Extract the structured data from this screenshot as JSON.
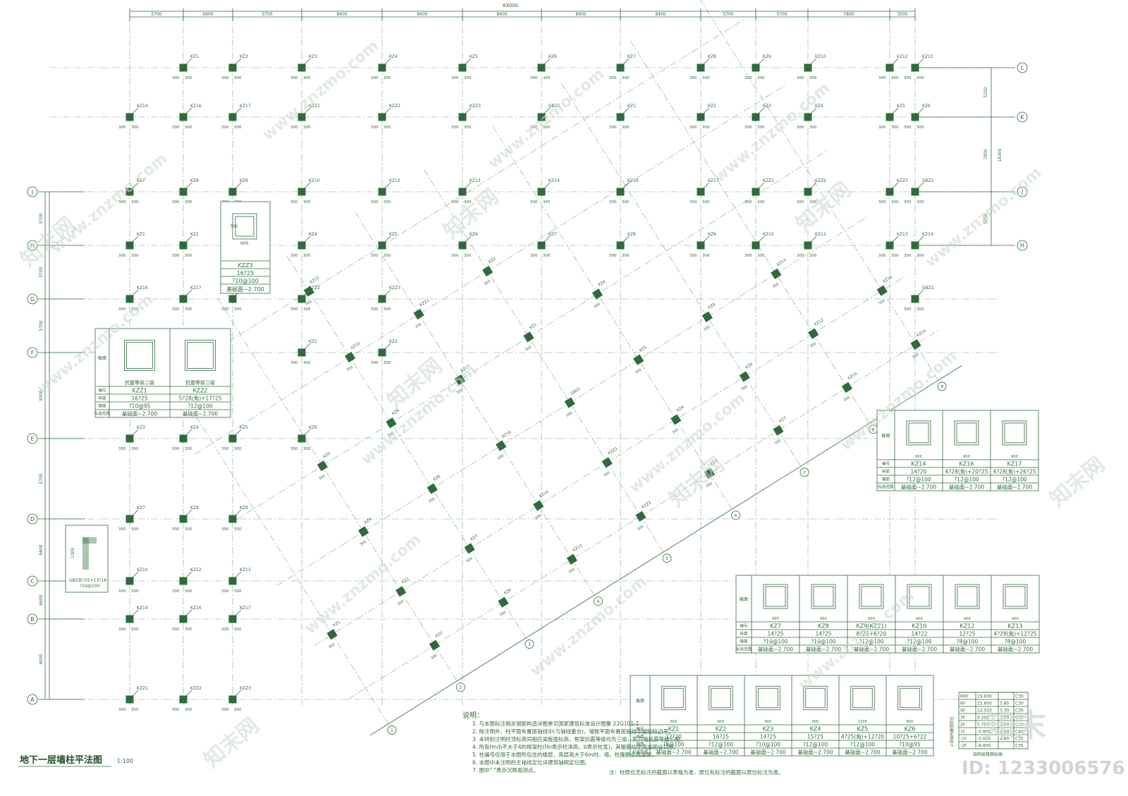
{
  "drawing": {
    "title": "地下一层墙柱平法图",
    "scale": "1:100",
    "overall_dim": "83000",
    "top_dims": [
      "5700",
      "6900",
      "5700",
      "8400",
      "8400",
      "8400",
      "8400",
      "8400",
      "5700",
      "5700",
      "7800",
      "3500"
    ],
    "left_axes": [
      "J",
      "H",
      "G",
      "F",
      "E",
      "D",
      "C",
      "B",
      "A"
    ],
    "left_dims": [
      "5700",
      "5700",
      "5700",
      "9300",
      "5700",
      "8400",
      "6600",
      "4000",
      "8400"
    ],
    "right_axes": [
      "L",
      "K",
      "J",
      "H"
    ],
    "right_dims": [
      "5250",
      "7800",
      "5250"
    ],
    "right_total": "18300",
    "column_tags": [
      "KZ1",
      "KZ2",
      "KZ3",
      "KZ4",
      "KZ5",
      "KZ6",
      "KZ7",
      "KZ8",
      "KZ9",
      "KZ10",
      "KZ12",
      "KZ13",
      "KZ14",
      "KZ16",
      "KZ17",
      "KZZ1",
      "KZZ2",
      "KZZ3",
      "GBZ1"
    ],
    "dim_300": "300"
  },
  "kzz3_box": {
    "dims": [
      "700",
      "600"
    ],
    "name": "KZZ3",
    "rebar": "16?25",
    "stirrup": "?10@100",
    "elev": "基础面~2.700"
  },
  "kzz_table": {
    "row_labels": [
      "截面",
      "编号",
      "纵筋",
      "箍筋",
      "标高范围"
    ],
    "cols": [
      {
        "name": "KZZ1",
        "note": "抗震等级二级",
        "rebar": "16?25",
        "stirrup": "?10@95",
        "elev": "基础面~2.700"
      },
      {
        "name": "KZZ2",
        "note": "抗震等级二级",
        "rebar": "5?28(角)+17?25",
        "stirrup": "?12@100",
        "elev": "基础面~2.700"
      }
    ]
  },
  "gbz_box": {
    "name": "GBZ1",
    "rebar": "5?25+13?18",
    "stirrup": "?10@100",
    "dim": "1300"
  },
  "kz14_table": {
    "row_labels": [
      "截面",
      "编号",
      "纵筋",
      "箍筋",
      "标高范围"
    ],
    "cols": [
      {
        "name": "KZ14",
        "rebar": "14?20",
        "stirrup": "?12@100",
        "elev": "基础面~2.700",
        "dim": "600"
      },
      {
        "name": "KZ16",
        "rebar": "4?28(角)+20?25",
        "stirrup": "?12@100",
        "elev": "基础面~2.700",
        "dim": "900"
      },
      {
        "name": "KZ17",
        "rebar": "4?28(角)+26?25",
        "stirrup": "?12@100",
        "elev": "基础面~2.700",
        "dim": "900"
      }
    ]
  },
  "kz7_table": {
    "row_labels": [
      "截面",
      "编号",
      "纵筋",
      "箍筋",
      "标高范围"
    ],
    "cols": [
      {
        "name": "KZ7",
        "rebar": "14?25",
        "stirrup": "?10@100",
        "elev": "基础面~2.700",
        "dim": "600"
      },
      {
        "name": "KZ8",
        "rebar": "14?25",
        "stirrup": "?10@100",
        "elev": "基础面~2.700",
        "dim": "600"
      },
      {
        "name": "KZ9(KZ11)",
        "rebar": "8?25+6?20",
        "stirrup": "?12@100",
        "elev": "基础面~2.700",
        "dim": "600"
      },
      {
        "name": "KZ10",
        "rebar": "14?22",
        "stirrup": "?12@100",
        "elev": "基础面~2.700",
        "dim": "600"
      },
      {
        "name": "KZ12",
        "rebar": "12?25",
        "stirrup": "?8@100",
        "elev": "基础面~2.700",
        "dim": "600"
      },
      {
        "name": "KZ13",
        "rebar": "4?28(角)+12?25",
        "stirrup": "?8@100",
        "elev": "基础面~2.700",
        "dim": "600"
      }
    ]
  },
  "kz1_table": {
    "row_labels": [
      "截面",
      "编号",
      "纵筋",
      "箍筋",
      "标高范围"
    ],
    "cols": [
      {
        "name": "KZ1",
        "rebar": "12?20",
        "stirrup": "?8@100",
        "elev": "基础面~2.700",
        "dim": "600"
      },
      {
        "name": "KZ2",
        "rebar": "16?25",
        "stirrup": "?12@100",
        "elev": "基础面~2.700",
        "dim": "600"
      },
      {
        "name": "KZ3",
        "rebar": "14?25",
        "stirrup": "?10@100",
        "elev": "基础面~2.700",
        "dim": "600"
      },
      {
        "name": "KZ4",
        "rebar": "15?25",
        "stirrup": "?12@100",
        "elev": "基础面~2.700",
        "dim": "600"
      },
      {
        "name": "KZ5",
        "rebar": "4?25(角)+12?20",
        "stirrup": "?12@100",
        "elev": "基础面~2.700",
        "dim": "1200"
      },
      {
        "name": "KZ6",
        "rebar": "10?25+6?22",
        "stirrup": "?10@95",
        "elev": "基础面~2.700",
        "dim": "600"
      }
    ]
  },
  "notes": {
    "heading": "说明：",
    "items": [
      "1. 与本图标注相关钢筋构造详图参见国家建筑标准设计图集 22G101-1",
      "2. 除注明外，柱平面布置居轴线中(与轴线重合)，墙致平面布置居轴线中或贴柱边平。",
      "3. 未特别注明柱顶标高同相应梁板面标高，框架抗震等级均为三级，剪力墙抗震等级三级。",
      "4. 所有Hn/b不大于4的框架柱(Hn表示柱净高，b表示柱宽)，其箍筋均全高加密@100。",
      "5. 柱编号仅用于本图所包含的楼层，高层高大于6m时，墙、柱箍筋全高加密。",
      "6. 本图中未注明的主轴线定位详建筑轴网定位图。",
      "7. 图中\"  \"表示沉降观测点。"
    ],
    "footer": "注：柱原位无标注的截面以表格为准，原位有标注的截面以原位标注为准。"
  },
  "level_table": {
    "rows": [
      {
        "floor": "RRF",
        "elev": "19.600",
        "h": "",
        "c": "C30"
      },
      {
        "floor": "RF",
        "elev": "15.800",
        "h": "3.80",
        "c": "C30"
      },
      {
        "floor": "4F",
        "elev": "12.500",
        "h": "3.30",
        "c": "C30"
      },
      {
        "floor": "3F",
        "elev": "9.200",
        "h": "3.30",
        "c": "C35"
      },
      {
        "floor": "2F",
        "elev": "5.700",
        "h": "3.50",
        "c": "C35"
      },
      {
        "floor": "1F",
        "elev": "-0.800",
        "h": "4.50",
        "c": "C40"
      },
      {
        "floor": "-1F",
        "elev": "-5.600",
        "h": "4.80",
        "c": "C35"
      },
      {
        "floor": "-2F",
        "elev": "-8.800",
        "h": "",
        "c": "C35"
      }
    ],
    "side_label": "上部结构嵌固部位",
    "footer": "结构层楼面标高"
  },
  "watermarks": {
    "site": "www.znzmo.com",
    "brand": "知末网",
    "logo": "知末",
    "id_label": "ID: 1233006576"
  }
}
